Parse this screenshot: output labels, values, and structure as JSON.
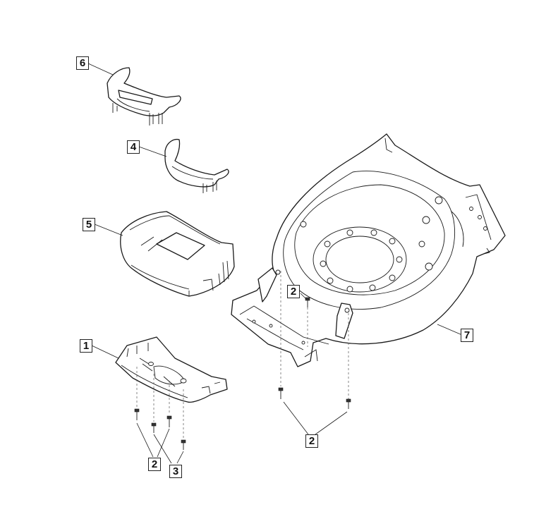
{
  "callouts": {
    "part_6": "6",
    "part_4": "4",
    "part_5": "5",
    "part_1": "1",
    "part_2_center": "2",
    "part_2_bottom_left": "2",
    "part_3": "3",
    "part_2_bottom_right": "2",
    "part_7": "7"
  }
}
